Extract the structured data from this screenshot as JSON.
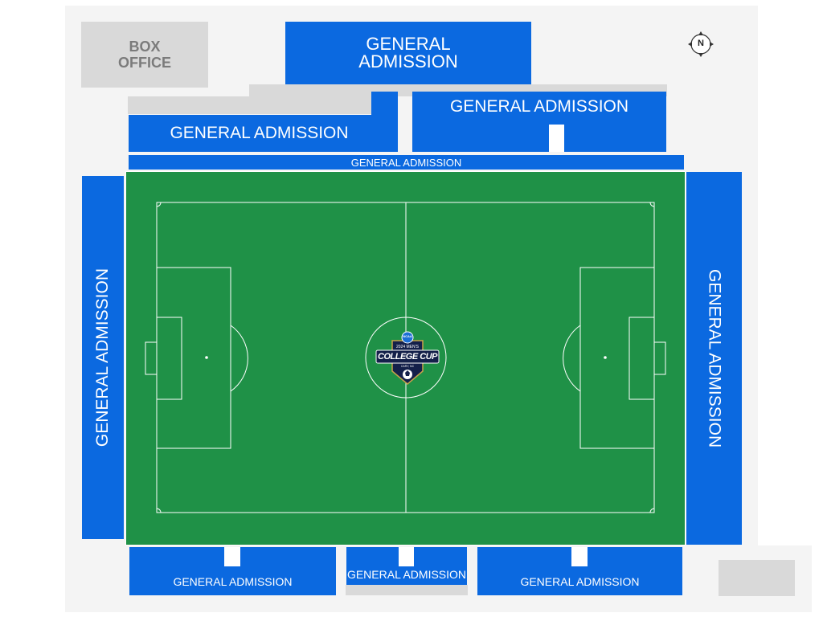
{
  "map": {
    "box_office_label": "BOX\nOFFICE",
    "sections": {
      "north_top": "GENERAL\nADMISSION",
      "north_left": "GENERAL ADMISSION",
      "north_right": "GENERAL ADMISSION",
      "north_strip": "GENERAL ADMISSION",
      "west": "GENERAL ADMISSION",
      "east": "GENERAL ADMISSION",
      "south_left": "GENERAL ADMISSION",
      "south_center": "GENERAL ADMISSION",
      "south_right": "GENERAL ADMISSION"
    },
    "compass_label": "N",
    "logo": {
      "top_text": "2024 MEN'S",
      "main_text": "COLLEGE CUP",
      "sub_text": "CARY, NC",
      "badge_text": "NCAA"
    },
    "colors": {
      "section_blue": "#0b69e0",
      "pitch_green": "#1f9147",
      "gray_area": "#d9d9d9",
      "background": "#f4f4f4"
    }
  }
}
